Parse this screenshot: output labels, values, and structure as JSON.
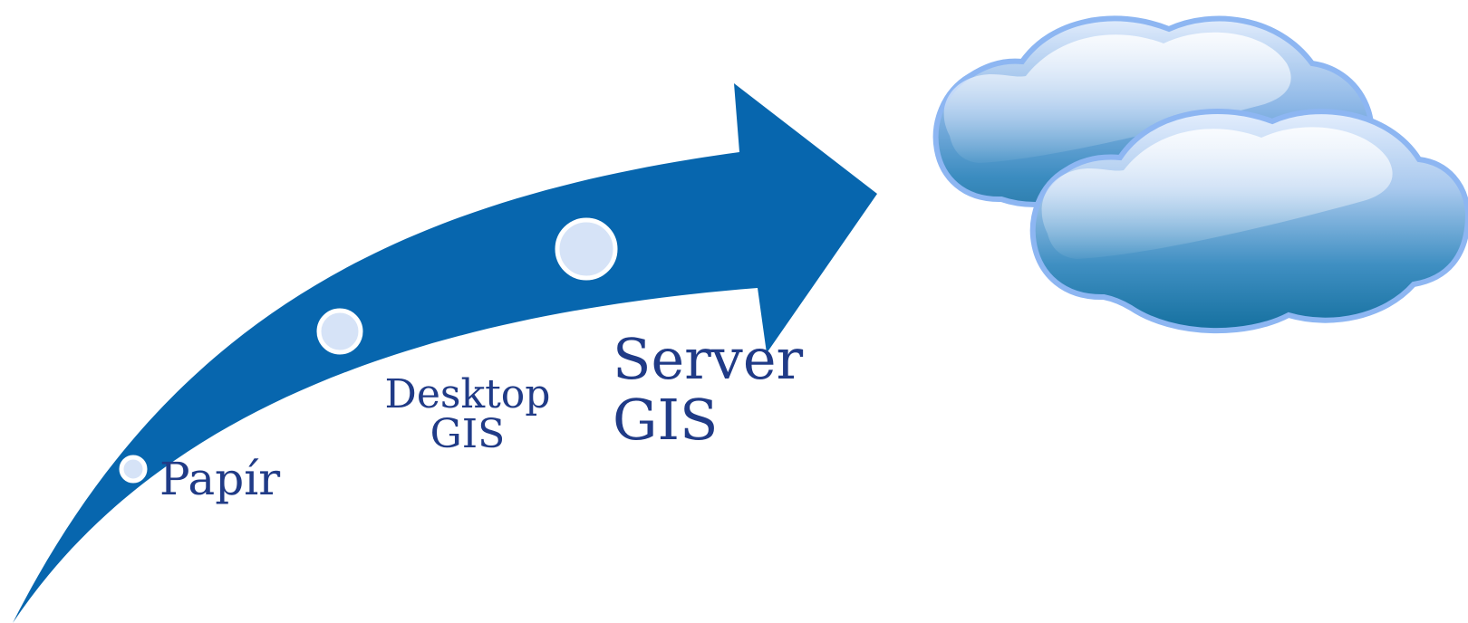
{
  "diagram": {
    "stages": [
      {
        "id": "paper",
        "lines": [
          "Papír"
        ]
      },
      {
        "id": "desktop",
        "lines": [
          "Desktop",
          "GIS"
        ]
      },
      {
        "id": "server",
        "lines": [
          "Server",
          "GIS"
        ]
      }
    ],
    "cloud_icon": "cloud-icon",
    "colors": {
      "arrow": "#0766ae",
      "milestone_fill": "#d6e3f7",
      "milestone_stroke": "#ffffff",
      "label_text": "#203b87",
      "cloud_outline": "#8db6f2",
      "cloud_light": "#e1ecfc",
      "cloud_dark": "#18719e"
    }
  }
}
